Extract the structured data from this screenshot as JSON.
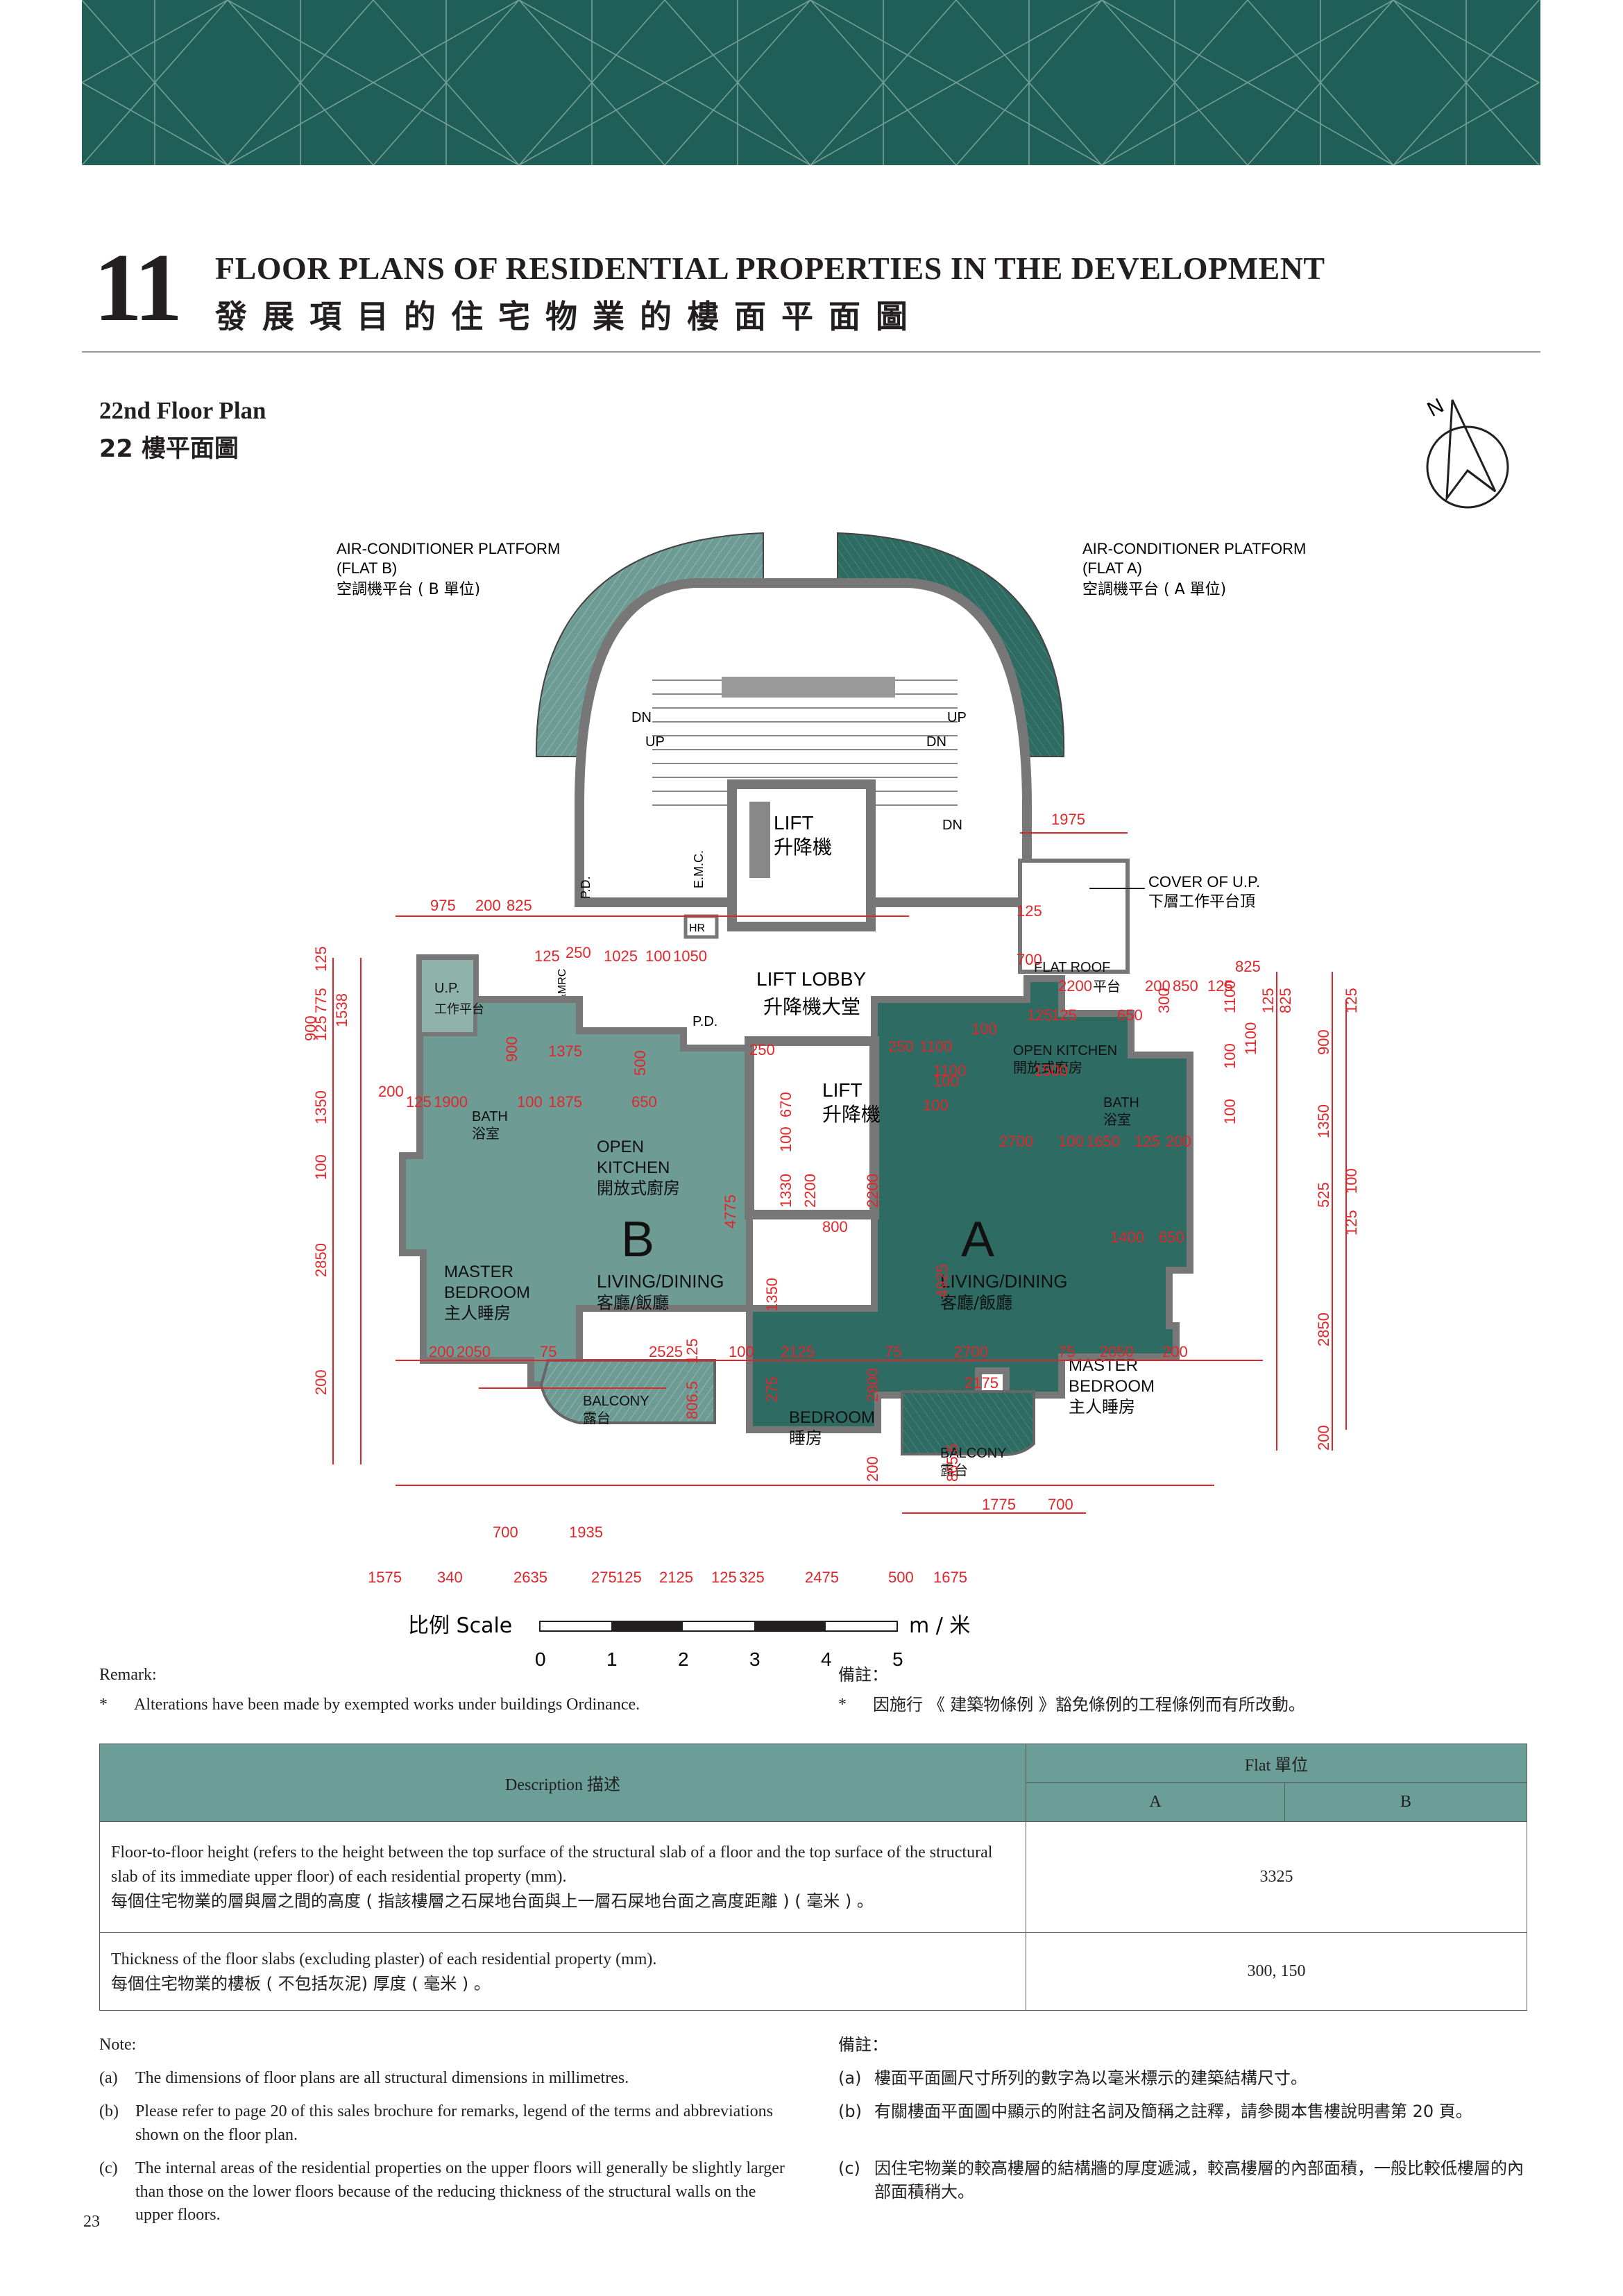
{
  "section": {
    "number": "11",
    "title_en": "FLOOR PLANS OF RESIDENTIAL PROPERTIES IN THE DEVELOPMENT",
    "title_zh": "發展項目的住宅物業的樓面平面圖"
  },
  "plan": {
    "title_en": "22nd Floor Plan",
    "title_zh": "22 樓平面圖"
  },
  "compass": {
    "north_label": "N"
  },
  "drawing": {
    "ac_b": [
      "AIR-CONDITIONER PLATFORM",
      "(FLAT B)",
      "空調機平台 ( B 單位)"
    ],
    "ac_a": [
      "AIR-CONDITIONER PLATFORM",
      "(FLAT A)",
      "空調機平台 ( A 單位)"
    ],
    "dn": "DN",
    "up": "UP",
    "lift": "LIFT",
    "lift_zh": "升降機",
    "lift_lobby": "LIFT LOBBY",
    "lift_lobby_zh": "升降機大堂",
    "emc": "E.M.C.",
    "hr": "HR",
    "pd": "P.D.",
    "rsmrc": "RS&MRC",
    "cover_up": "COVER OF U.P.",
    "cover_up_zh": "下層工作平台頂",
    "flat_roof": "FLAT ROOF",
    "flat_roof_zh": "平台",
    "up_short": "U.P.",
    "up_zh": "工作平台",
    "bath": "BATH",
    "bath_zh": "浴室",
    "open": "OPEN",
    "kitchen": "KITCHEN",
    "open_kitchen": "OPEN KITCHEN",
    "open_kitchen_zh": "開放式廚房",
    "master": "MASTER",
    "bedroom": "BEDROOM",
    "master_zh": "主人睡房",
    "living_dining": "LIVING/DINING",
    "living_dining_zh": "客廳/飯廳",
    "bedroom_zh": "睡房",
    "balcony": "BALCONY",
    "balcony_zh": "露台",
    "flat_a": "A",
    "flat_b": "B",
    "dims_top": [
      "975",
      "200",
      "825",
      "125",
      "250",
      "1025",
      "100",
      "1050",
      "1975",
      "125",
      "700",
      "2200",
      "200",
      "850",
      "125",
      "825"
    ],
    "dims_mid": [
      "1900",
      "125",
      "100",
      "1875",
      "650",
      "1375",
      "500",
      "250",
      "250",
      "1100",
      "100",
      "1100",
      "1500",
      "2700",
      "100",
      "1650",
      "125",
      "200",
      "100",
      "300",
      "125",
      "100",
      "1100",
      "100",
      "125",
      "650",
      "100",
      "1400",
      "650",
      "670",
      "100",
      "1330",
      "2200",
      "2200",
      "800",
      "4775",
      "4925",
      "900",
      "1100"
    ],
    "dims_bottom": [
      "200",
      "2050",
      "75",
      "2525",
      "100",
      "2125",
      "75",
      "2700",
      "75",
      "2050",
      "200",
      "1350",
      "2175",
      "125",
      "275",
      "2800",
      "806.5",
      "865.5",
      "200",
      "700",
      "1935",
      "1775",
      "700",
      "1575",
      "340",
      "2635",
      "275",
      "125",
      "2125",
      "125",
      "325",
      "2475",
      "500",
      "1675"
    ],
    "dims_left": [
      "1538",
      "125",
      "775",
      "125",
      "200",
      "1350",
      "100",
      "2850",
      "200",
      "900"
    ],
    "dims_right": [
      "125",
      "900",
      "1350",
      "525",
      "125",
      "100",
      "2850",
      "200",
      "125",
      "825"
    ]
  },
  "scale": {
    "label": "比例 Scale",
    "unit": "m / 米",
    "ticks": [
      "0",
      "1",
      "2",
      "3",
      "4",
      "5"
    ]
  },
  "remark": {
    "heading_en": "Remark:",
    "heading_zh": "備註：",
    "bullet": "*",
    "text_en": "Alterations have been made by exempted works under buildings Ordinance.",
    "text_zh": "因施行 《 建築物條例 》豁免條例的工程條例而有所改動。"
  },
  "table": {
    "desc_header": "Description 描述",
    "flat_header": "Flat 單位",
    "col_a": "A",
    "col_b": "B",
    "rows": [
      {
        "en": "Floor-to-floor height (refers to the height between the top surface of the structural slab of a floor and the top surface of the structural slab of its immediate upper floor) of each residential property (mm).",
        "zh": "每個住宅物業的層與層之間的高度 ( 指該樓層之石屎地台面與上一層石屎地台面之高度距離 ) ( 毫米 ) 。",
        "value": "3325"
      },
      {
        "en": "Thickness of the floor slabs (excluding plaster) of each residential property (mm).",
        "zh": "每個住宅物業的樓板 ( 不包括灰泥) 厚度 ( 毫米 ) 。",
        "value": "300, 150"
      }
    ]
  },
  "notes": {
    "heading_en": "Note:",
    "heading_zh": "備註：",
    "en": [
      {
        "mark": "(a)",
        "text": "The dimensions of floor plans are all structural dimensions in millimetres."
      },
      {
        "mark": "(b)",
        "text": "Please refer to page 20 of this sales brochure for remarks, legend of the terms and abbreviations shown on the floor plan."
      },
      {
        "mark": "(c)",
        "text": "The internal areas of the residential properties on the upper floors will generally be slightly larger than those on the lower floors because of the reducing thickness of the structural walls on the upper floors."
      }
    ],
    "zh": [
      {
        "mark": "(a)",
        "text": "樓面平面圖尺寸所列的數字為以毫米標示的建築結構尺寸。"
      },
      {
        "mark": "(b)",
        "text": "有關樓面平面圖中顯示的附註名詞及簡稱之註釋，請參閱本售樓說明書第 20 頁。"
      },
      {
        "mark": "(c)",
        "text": "因住宅物業的較高樓層的結構牆的厚度遞減，較高樓層的內部面積，一般比較低樓層的內部面積稍大。"
      }
    ]
  },
  "page_number": "23",
  "colors": {
    "banner": "#1f5f57",
    "flat_a": "#2e6b63",
    "flat_b": "#6e9c95",
    "dimension": "#e0262a",
    "table_header": "#6b9e96"
  }
}
